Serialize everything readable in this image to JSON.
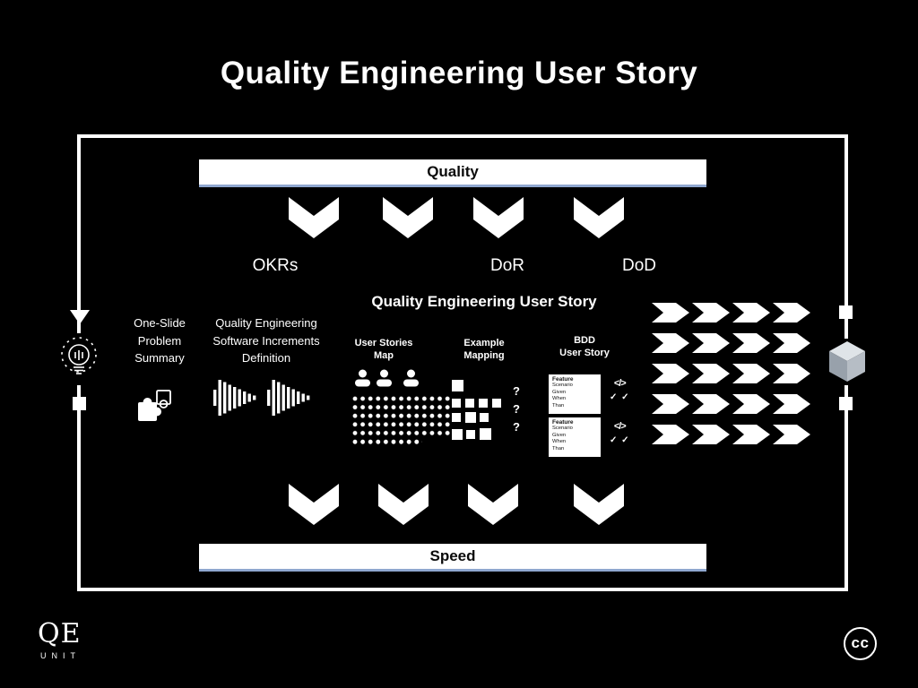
{
  "title": "Quality Engineering User Story",
  "frame": {
    "top_bar_label": "Quality",
    "bottom_bar_label": "Speed"
  },
  "stage_labels": {
    "okrs": "OKRs",
    "dor": "DoR",
    "dod": "DoD"
  },
  "center": {
    "heading": "Quality Engineering User Story",
    "columns": [
      {
        "label": "One-Slide\nProblem\nSummary"
      },
      {
        "label": "Quality Engineering\nSoftware Increments\nDefinition"
      },
      {
        "label": "User Stories\nMap"
      },
      {
        "label": "Example\nMapping"
      },
      {
        "label": "BDD\nUser Story"
      }
    ]
  },
  "example_mapping": {
    "question_marks": [
      "?",
      "?",
      "?"
    ]
  },
  "bdd_card": {
    "feature": "Feature",
    "scenario": "Scenario",
    "given": "Given",
    "when": "When",
    "then": "Than"
  },
  "icons": {
    "code": "</>",
    "check": "✓ ✓"
  },
  "footer": {
    "logo_main": "QE",
    "logo_sub": "UNIT",
    "license": "cc"
  },
  "colors": {
    "background": "#000000",
    "foreground": "#ffffff",
    "bar_underline": "#8fa7cf"
  }
}
